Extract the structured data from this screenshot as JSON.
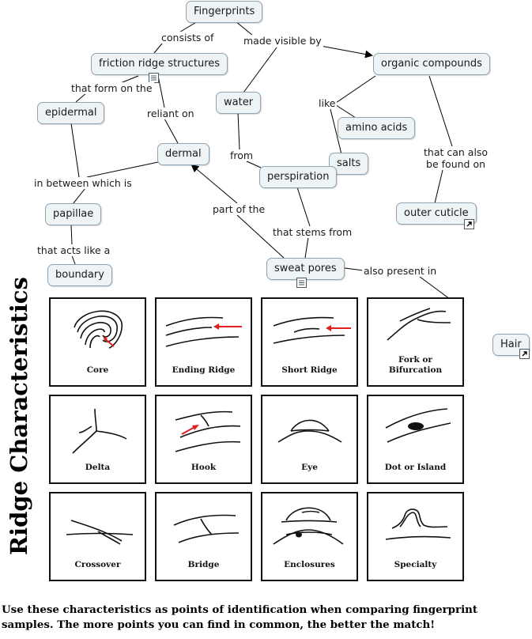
{
  "concept_map": {
    "nodes": {
      "fingerprints": "Fingerprints",
      "friction_ridge": "friction ridge structures",
      "organic_compounds": "organic compounds",
      "epidermal": "epidermal",
      "water": "water",
      "amino_acids": "amino acids",
      "dermal": "dermal",
      "salts": "salts",
      "perspiration": "perspiration",
      "papillae": "papillae",
      "outer_cuticle": "outer cuticle",
      "boundary": "boundary",
      "sweat_pores": "sweat pores",
      "hair": "Hair"
    },
    "links": {
      "consists_of": "consists of",
      "made_visible_by": "made visible by",
      "that_form_on_the": "that form on the",
      "reliant_on": "reliant on",
      "like": "like",
      "from": "from",
      "that_can_also_be_found_on": "that can also\nbe found on",
      "in_between_which_is": "in between which is",
      "part_of_the": "part of the",
      "that_stems_from": "that stems from",
      "that_acts_like_a": "that acts like a",
      "also_present_in": "also present in"
    }
  },
  "ridge_chart": {
    "title": "Ridge Characteristics",
    "cells": [
      {
        "label": "Core"
      },
      {
        "label": "Ending Ridge"
      },
      {
        "label": "Short Ridge"
      },
      {
        "label": "Fork or\nBifurcation"
      },
      {
        "label": "Delta"
      },
      {
        "label": "Hook"
      },
      {
        "label": "Eye"
      },
      {
        "label": "Dot or Island"
      },
      {
        "label": "Crossover"
      },
      {
        "label": "Bridge"
      },
      {
        "label": "Enclosures"
      },
      {
        "label": "Specialty"
      }
    ]
  },
  "footer": "Use these characteristics as points of identification when comparing fingerprint samples.  The more points you can find in common, the better the match!",
  "colors": {
    "node_fill": "#eef3f6",
    "node_border": "#8fa4b2",
    "arrow_red": "#e02020"
  }
}
